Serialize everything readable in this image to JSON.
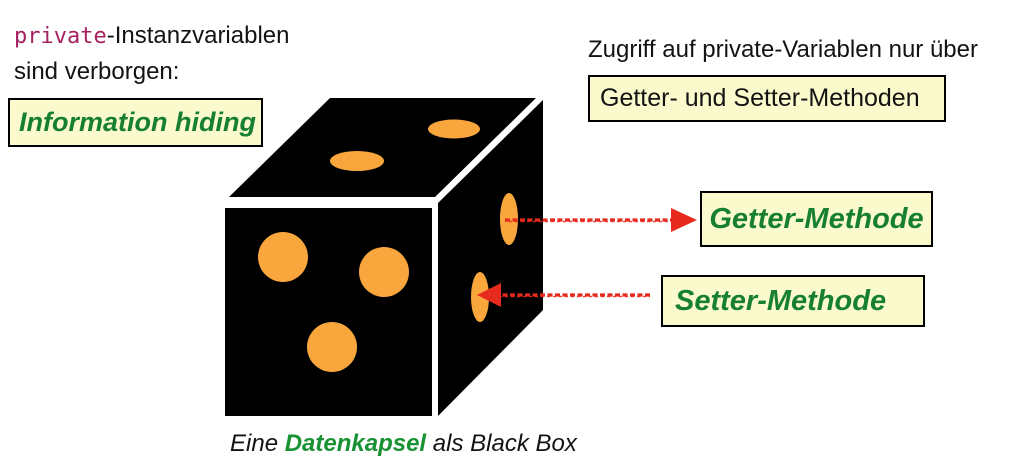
{
  "heading_left": {
    "code_word": "private",
    "after_code": "-Instanzvariablen",
    "line2": "sind verborgen:"
  },
  "info_box": {
    "label": "Information hiding"
  },
  "heading_right": {
    "line": "Zugriff auf private-Variablen nur über"
  },
  "accessor_box": {
    "label": "Getter- und Setter-Methoden"
  },
  "getter_box": {
    "label": "Getter-Methode"
  },
  "setter_box": {
    "label": "Setter-Methode"
  },
  "caption": {
    "before": "Eine ",
    "highlight": "Datenkapsel",
    "after": " als Black Box"
  },
  "dice": {
    "front_pips": 3,
    "top_pips": 2,
    "right_pips": 2
  },
  "arrows": [
    {
      "name": "getter-arrow",
      "direction": "right",
      "from": "upper right-face pip",
      "to": "Getter-Methode box"
    },
    {
      "name": "setter-arrow",
      "direction": "left",
      "from": "Setter-Methode box",
      "to": "lower right-face pip"
    }
  ],
  "colors": {
    "box_fill": "#FAFACD",
    "box_border": "#000000",
    "green_text": "#178030",
    "caption_green": "#189233",
    "code_magenta": "#A6215E",
    "arrow_red": "#E62B1E",
    "pip_orange": "#F9A63C",
    "dice_black": "#000000",
    "body_text": "#131313",
    "background": "#FFFFFF"
  }
}
